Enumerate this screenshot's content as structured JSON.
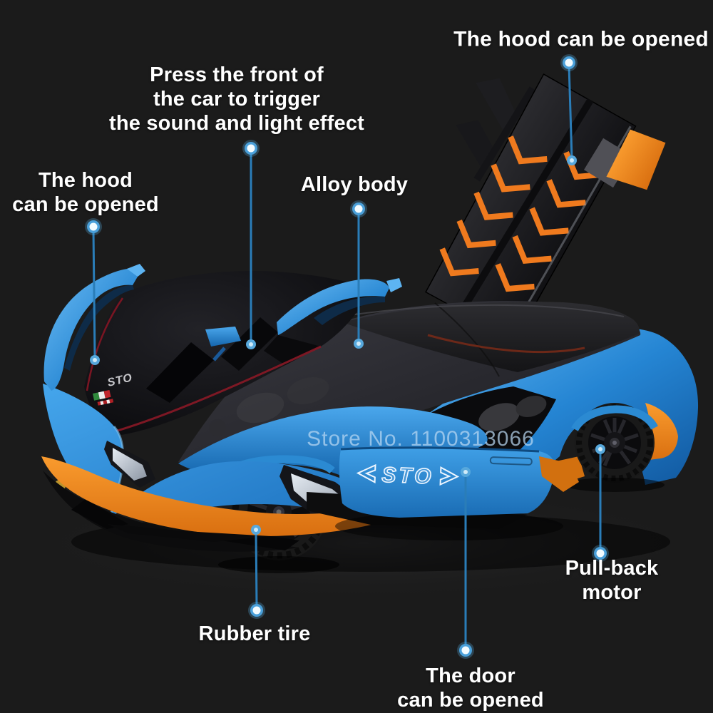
{
  "scene": {
    "background_color": "#1b1b1b",
    "watermark": "Store No. 1100313066",
    "subject": "blue diecast model sports car with opening parts"
  },
  "palette": {
    "body_blue": "#2f8fd9",
    "accent_orange": "#f08220",
    "callout_line": "#2a7db8",
    "label_color": "#ffffff"
  },
  "callouts": {
    "hood_rear": {
      "label": "The hood can be opened"
    },
    "press_front": {
      "label": "Press the front of\nthe car to trigger\nthe sound and light effect"
    },
    "hood_front": {
      "label": "The hood\ncan be opened"
    },
    "alloy_body": {
      "label": "Alloy body"
    },
    "rubber_tire": {
      "label": "Rubber tire"
    },
    "door": {
      "label": "The door\ncan be opened"
    },
    "pull_back": {
      "label": "Pull-back motor"
    }
  },
  "car_markings": {
    "door_logo": "STO",
    "frunk_logo": "STO"
  }
}
